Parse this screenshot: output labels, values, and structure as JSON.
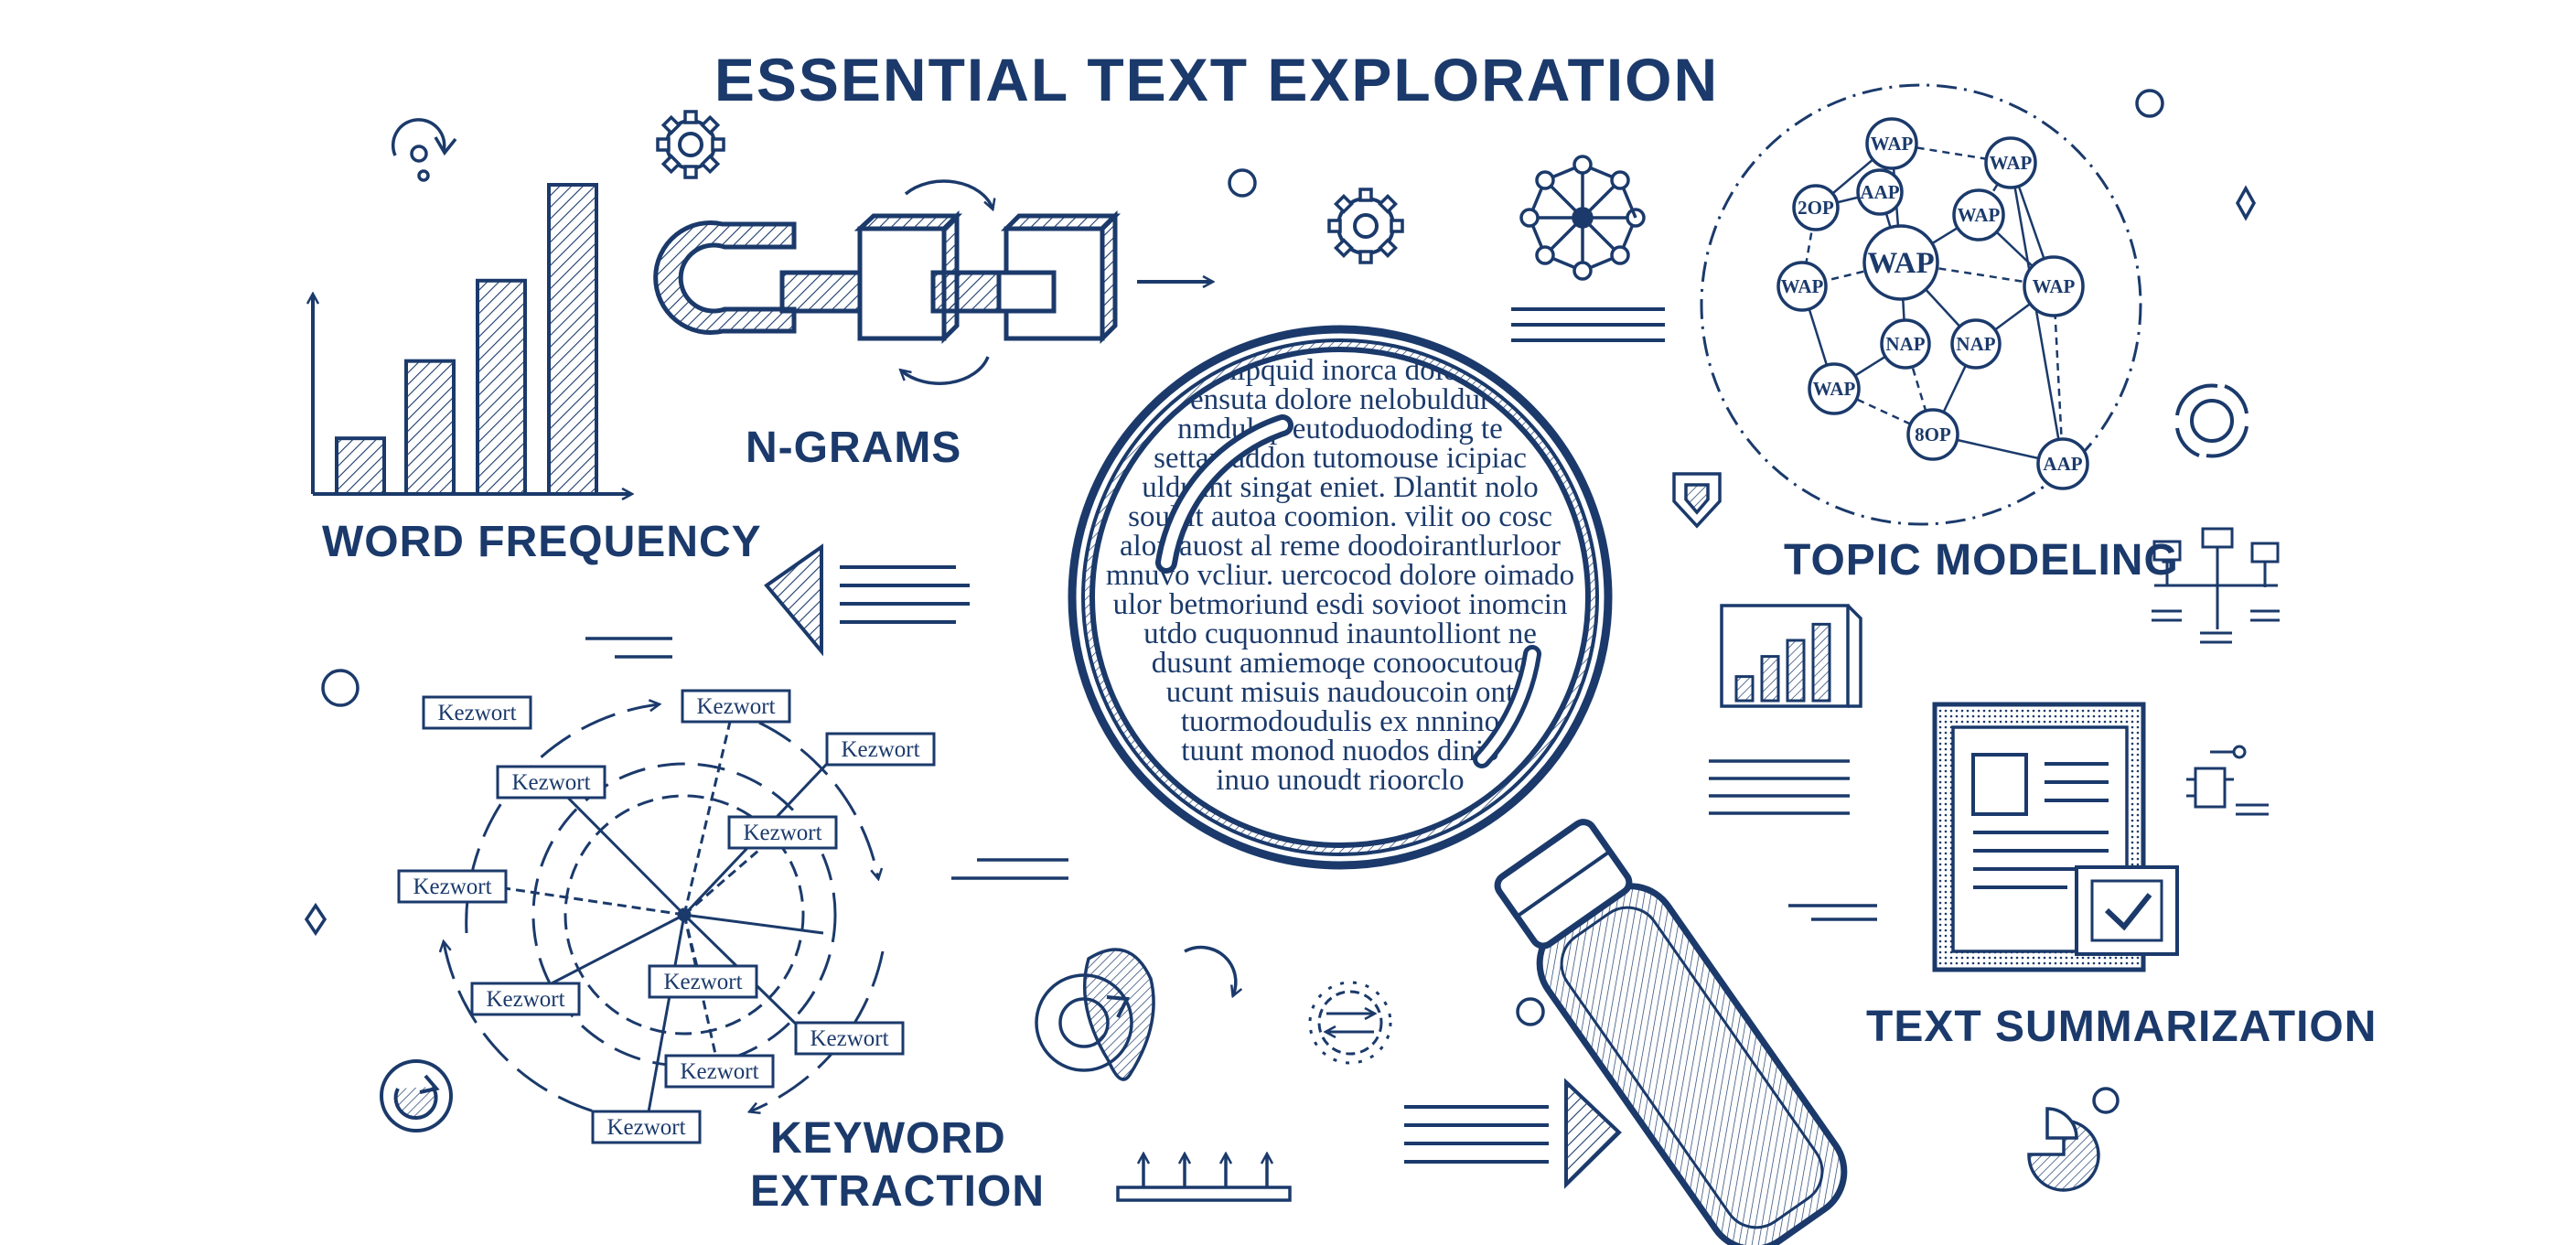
{
  "title": "ESSENTIAL TEXT EXPLORATION",
  "sections": {
    "word_frequency": "WORD FREQUENCY",
    "ngrams": "N-GRAMS",
    "topic_modeling": "TOPIC MODELING",
    "keyword_extraction_line1": "KEYWORD",
    "keyword_extraction_line2": "EXTRACTION",
    "text_summarization": "TEXT SUMMARIZATION"
  },
  "word_frequency_bars": [
    0.18,
    0.43,
    0.69,
    1.0
  ],
  "mini_chart_bars": [
    0.3,
    0.55,
    0.75,
    0.95
  ],
  "keyword_labels": [
    "Kezwort",
    "Kezwort",
    "Kezwort",
    "Kezwort",
    "Kezwort",
    "Kezwort",
    "Kezwort",
    "Kezwort",
    "Kezwort",
    "Kezwort"
  ],
  "topic_nodes": [
    "WAP",
    "WAP",
    "WAP",
    "WAP",
    "WAP",
    "WAP",
    "NAP",
    "NAP",
    "WAP",
    "WAP",
    "8OP",
    "AAP",
    "AAP",
    "2OP"
  ],
  "lens_text": [
    "nmipquid inorca dolore",
    "ensuta dolore nelobuldur",
    "nmdulop eutoduododing te",
    "settan addon tutomouse icipiac",
    "ulduant singat eniet. Dlantit nolo",
    "soultit autoa coomion. vilit oo cosc",
    "alox auost al reme doodoirantlurloor",
    "mnuvo vcliur. uercocod dolore oimado",
    "ulor betmoriund esdi sovioot inomcin",
    "utdo cuquonnud inauntolliont ne",
    "dusunt amiemoqe conoocutouo",
    "ucunt misuis naudoucoin ont",
    "tuormodoudulis ex nnnino",
    "tuunt monod nuodos dinio",
    "inuo unoudt rioorclo"
  ],
  "colors": {
    "ink": "#1b3a6b",
    "background": "#ffffff"
  },
  "icons": [
    "gear-icon",
    "refresh-icon",
    "network-icon",
    "shield-icon",
    "cycle-icon",
    "flowchart-icon",
    "document-icon",
    "check-icon",
    "pie-chart-icon",
    "sparkle-icon",
    "arrow-icon",
    "magnifier-icon",
    "chain-link-icon"
  ]
}
